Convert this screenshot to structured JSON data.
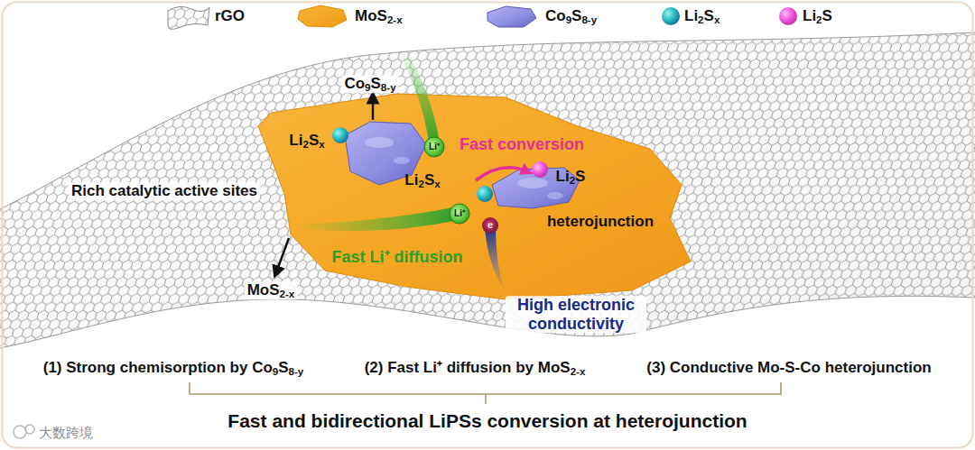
{
  "diagram": {
    "caption": "Fast and bidirectional LiPSs conversion at heterojunction",
    "labels": [
      "Co9S8-y",
      "Li2Sx",
      "Li⁺",
      "Fast conversion",
      "Rich catalytic active sites",
      "Li2Sx",
      "Li2S",
      "heterojunction",
      "Li⁺",
      "e",
      "Fast Li⁺ diffusion",
      "MoS2-x",
      "High electronic conductivity",
      "(1) Strong chemisorption by Co9S8-y",
      "(2) Fast Li⁺ diffusion by MoS2-x",
      "(3) Conductive Mo-S-Co heterojunction",
      "大数跨境"
    ],
    "legend": [
      {
        "text": "rGO"
      },
      {
        "text": "MoS2-x"
      },
      {
        "text": "Co9S8-y"
      },
      {
        "text": "Li2Sx"
      },
      {
        "text": "Li2S"
      }
    ]
  }
}
